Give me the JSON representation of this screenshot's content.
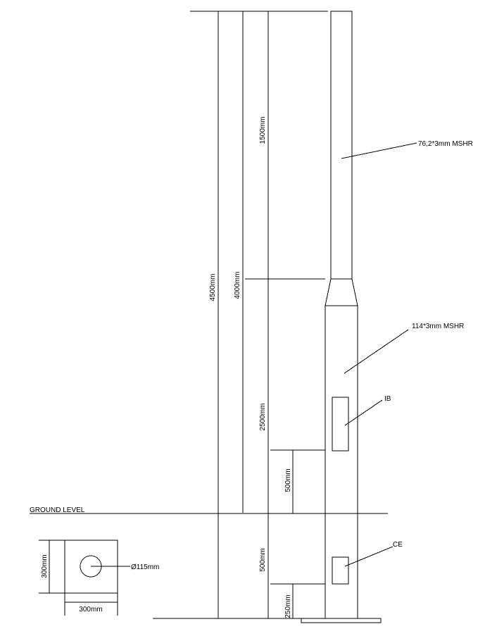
{
  "labels": {
    "ground_level": "GROUND LEVEL",
    "upper_pole": "76,2*3mm MSHR",
    "lower_pole": "114*3mm MSHR",
    "inspection_box": "IB",
    "cable_entry": "CE",
    "plate_hole": "Ø115mm"
  },
  "dimensions": {
    "total_height": "4500mm",
    "above_ground": "4000mm",
    "upper_section": "1500mm",
    "lower_section": "2500mm",
    "ib_height": "500mm",
    "below_ground": "500mm",
    "ce_height": "250mm",
    "plate_height": "300mm",
    "plate_width": "300mm"
  }
}
